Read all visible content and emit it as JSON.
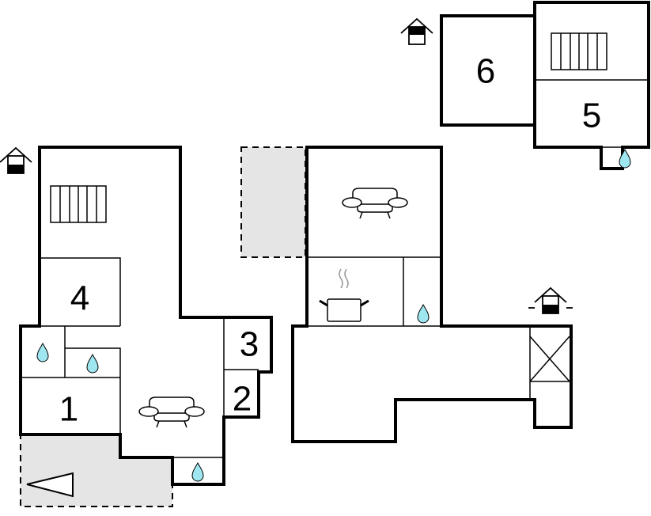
{
  "rooms": [
    {
      "label": "1"
    },
    {
      "label": "2"
    },
    {
      "label": "3"
    },
    {
      "label": "4"
    },
    {
      "label": "5"
    },
    {
      "label": "6"
    }
  ],
  "icons": {
    "bathroom": "water-drop-icon",
    "living": "armchair-icon",
    "kitchen": "cooking-pot-icon",
    "stairs": "stairs-icon",
    "entrance": "house-entrance-icon",
    "direction": "triangle-arrow-icon"
  },
  "colors": {
    "wall": "#000000",
    "terrace": "#e5e5e5",
    "water": "#9fe7f0"
  }
}
